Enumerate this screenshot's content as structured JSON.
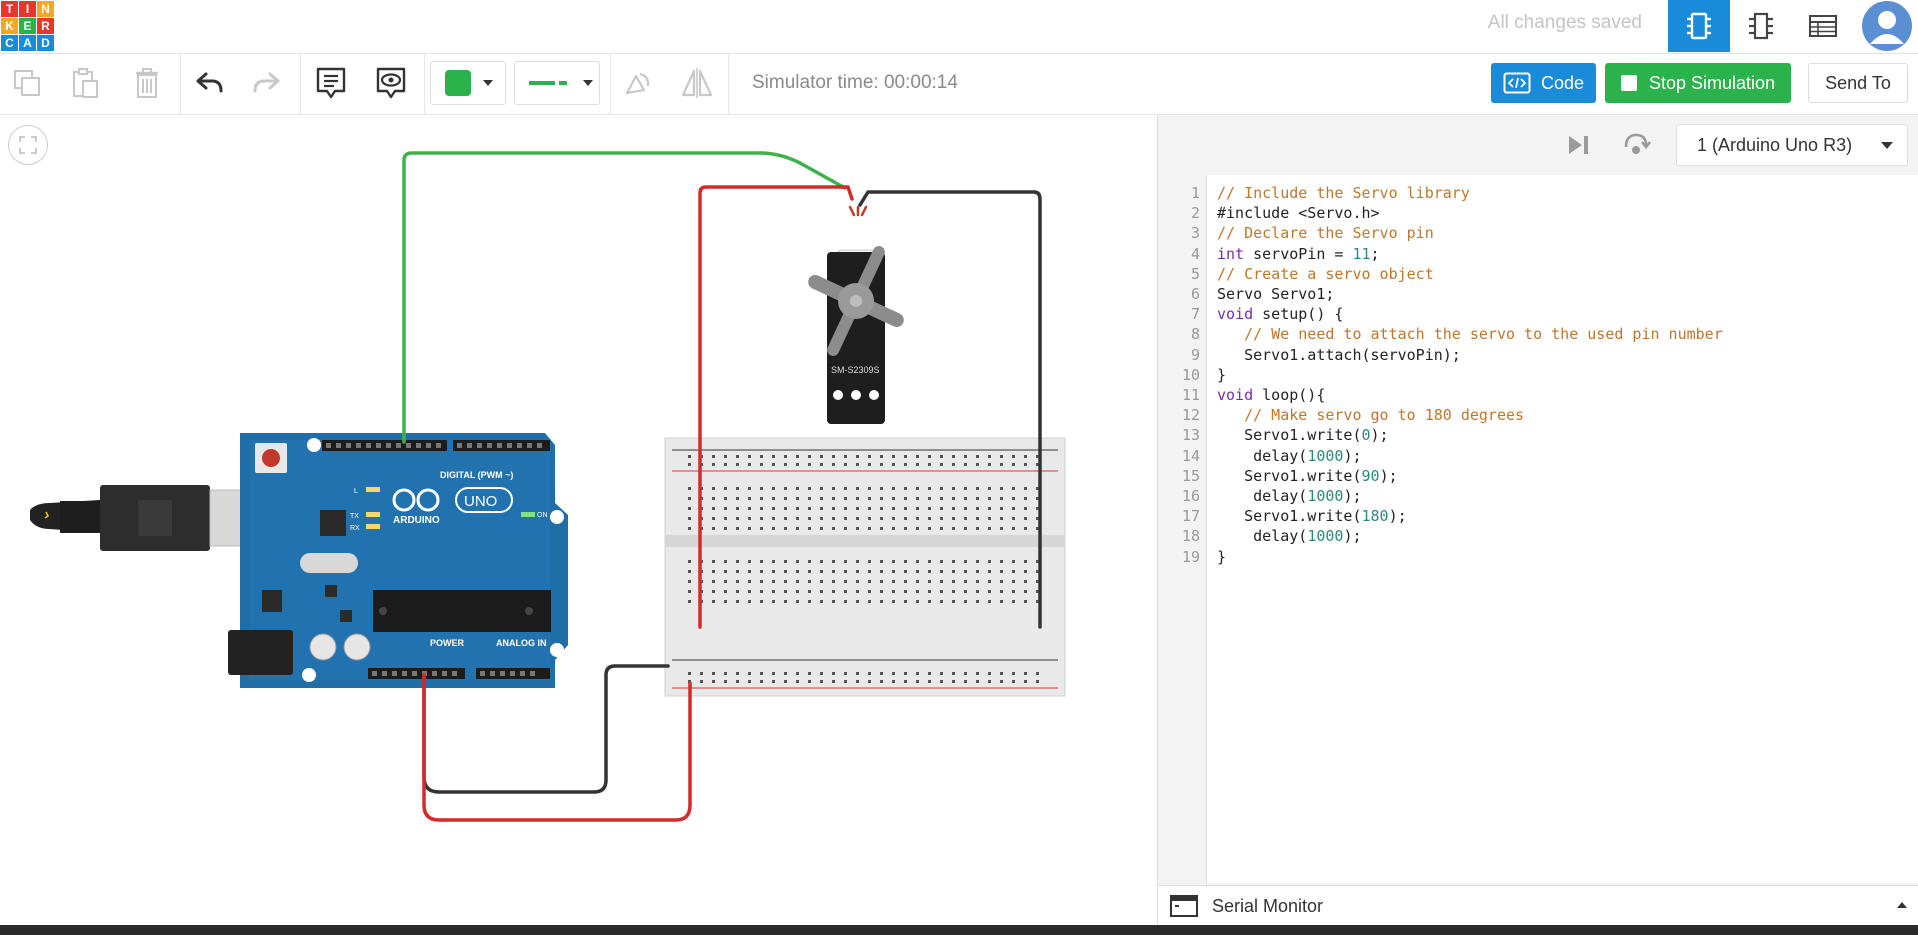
{
  "logo": {
    "letters": [
      "T",
      "I",
      "N",
      "K",
      "E",
      "R",
      "C",
      "A",
      "D"
    ],
    "colors": [
      "#e6362d",
      "#e6362d",
      "#f5a623",
      "#f5a623",
      "#2ab24b",
      "#e6362d",
      "#1a8bd8",
      "#1a8bd8",
      "#1a8bd8"
    ]
  },
  "header": {
    "status": "All changes saved",
    "views": [
      "circuit-view-icon",
      "component-list-icon",
      "schematic-table-icon"
    ],
    "avatar": "user-avatar-icon"
  },
  "toolbar": {
    "icons": [
      "copy-icon",
      "paste-icon",
      "delete-icon",
      "undo-icon",
      "redo-icon",
      "note-icon",
      "eye-note-icon"
    ],
    "color_swatch": "#2ab24b",
    "wire_color": "#2ab24b",
    "simulator_time": "Simulator time: 00:00:14",
    "code_label": "Code",
    "stop_label": "Stop Simulation",
    "send_label": "Send To"
  },
  "canvas": {
    "arduino": {
      "board_label": "ARDUINO",
      "model_label": "UNO",
      "digital_label": "DIGITAL (PWM ~)",
      "power_label": "POWER",
      "analog_label": "ANALOG IN",
      "on_label": "ON",
      "tx_label": "TX",
      "rx_label": "RX",
      "l_label": "L"
    },
    "servo": {
      "model": "SM-S2309S"
    }
  },
  "code_panel": {
    "board_select": "1 (Arduino Uno R3)",
    "code_lines": [
      "// Include the Servo library",
      "#include <Servo.h>",
      "// Declare the Servo pin",
      "int servoPin = 11;",
      "// Create a servo object",
      "Servo Servo1;",
      "void setup() {",
      "   // We need to attach the servo to the used pin number",
      "   Servo1.attach(servoPin);",
      "}",
      "void loop(){",
      "   // Make servo go to 180 degrees",
      "   Servo1.write(0);",
      "    delay(1000);",
      "   Servo1.write(90);",
      "    delay(1000);",
      "   Servo1.write(180);",
      "    delay(1000);",
      "}"
    ],
    "line_numbers": [
      "1",
      "2",
      "3",
      "4",
      "5",
      "6",
      "7",
      "8",
      "9",
      "10",
      "11",
      "12",
      "13",
      "14",
      "15",
      "16",
      "17",
      "18",
      "19"
    ],
    "serial_monitor": "Serial Monitor"
  }
}
